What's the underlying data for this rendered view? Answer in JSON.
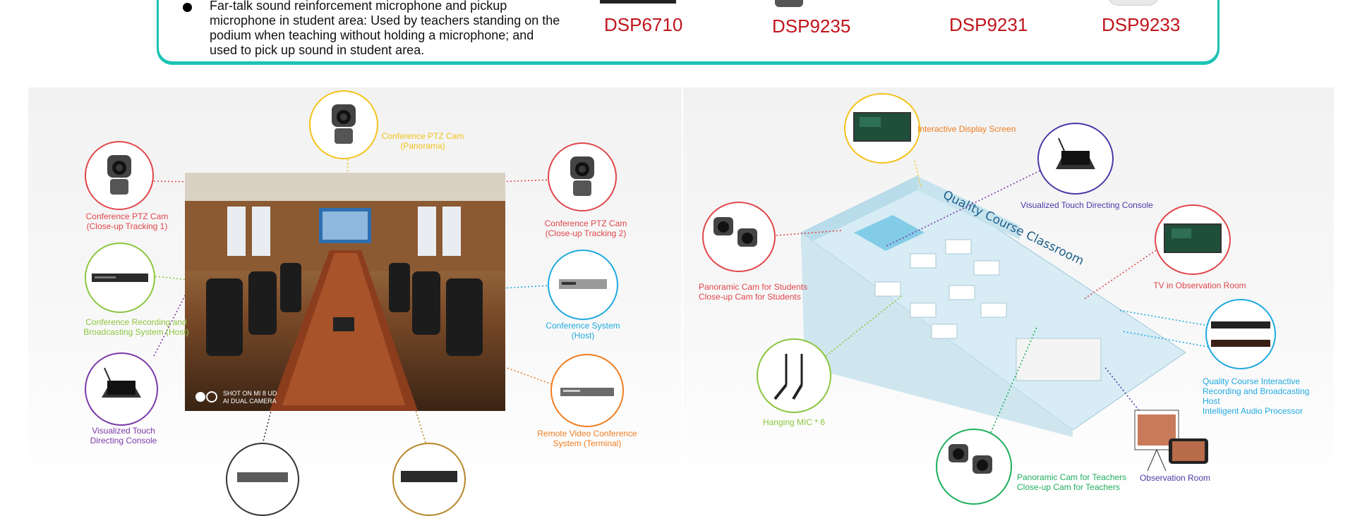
{
  "top": {
    "bullet_text": "Far-talk sound reinforcement microphone and pickup microphone in student area: Used by teachers standing on the podium when teaching without holding a microphone; and used to pick up sound in student area.",
    "products": [
      {
        "code": "DSP6710"
      },
      {
        "code": "DSP9235"
      },
      {
        "code": "DSP9231"
      },
      {
        "code": "DSP9233"
      }
    ]
  },
  "left": {
    "photo_watermark_line1": "SHOT ON MI 8 UD",
    "photo_watermark_line2": "AI DUAL CAMERA",
    "devices": {
      "ptz_panorama": "Conference PTZ Cam\n(Panorama)",
      "ptz_track1": "Conference PTZ Cam\n(Close-up Tracking 1)",
      "ptz_track2": "Conference PTZ Cam\n(Close-up Tracking 2)",
      "recording_host": "Conference Recording and\nBroadcasting System (Host)",
      "conference_host": "Conference System\n(Host)",
      "touch_console": "Visualized Touch\nDirecting Console",
      "remote_terminal": "Remote Video Conference\nSystem (Terminal)"
    }
  },
  "right": {
    "classroom_title": "Quality Course Classroom",
    "devices": {
      "display_screen": "Interactive Display Screen",
      "touch_console": "Visualized Touch Directing Console",
      "tv_observation": "TV in Observation Room",
      "student_cams": "Panoramic Cam for Students\nClose-up Cam for Students",
      "hanging_mic": "Hanging MIC * 6",
      "host_processor": "Quality Course Interactive\nRecording and Broadcasting Host\nIntelligent Audio Processor",
      "teacher_cams": "Panoramic Cam for Teachers\nClose-up Cam for Teachers",
      "observation_room": "Observation Room"
    }
  },
  "colors": {
    "teal_border": "#1cc3b5",
    "product_red": "#c0141c",
    "red": "#e0464a",
    "yellow": "#f3c21b",
    "green": "#8cc63f",
    "cyan": "#20a9e0",
    "purple": "#7b3aa8",
    "orange": "#ef7d21",
    "brown": "#b8862b",
    "navy": "#4a3aa8"
  }
}
